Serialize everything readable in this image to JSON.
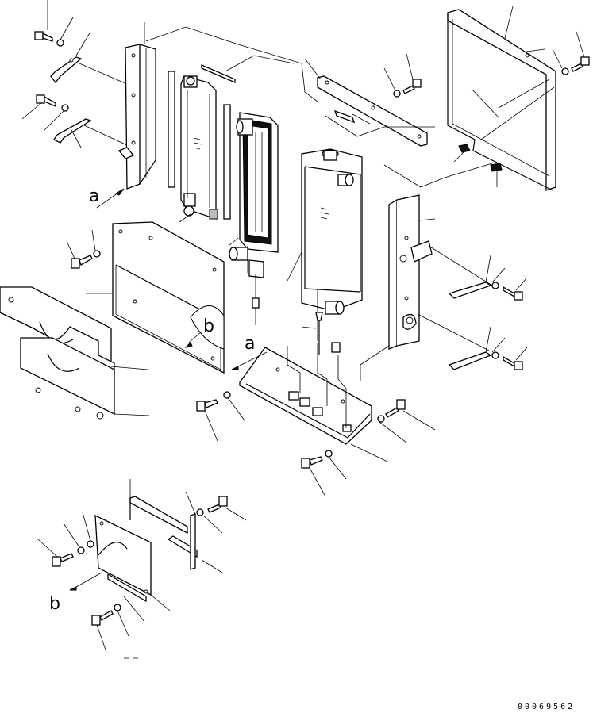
{
  "labels": {
    "a_top": "a",
    "a_mid": "a",
    "b_mid": "b",
    "b_low": "b"
  },
  "drawing_number": "00069562"
}
